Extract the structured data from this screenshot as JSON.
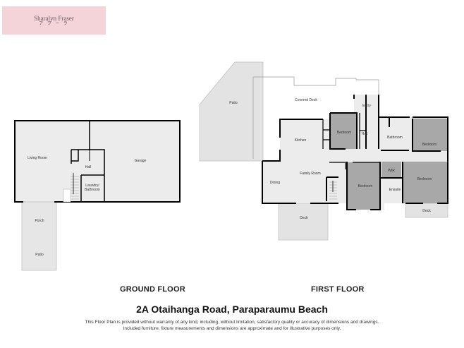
{
  "logo": {
    "brand": "Sharalyn Fraser",
    "sub": "ア ヲ ー ラ"
  },
  "colors": {
    "logo_bg": "#f4d3d9",
    "room_fill": "#ececec",
    "bedroom_fill": "#a8a8a8",
    "wall": "#000000",
    "outdoor_fill": "#e6e6e6"
  },
  "ground_floor": {
    "label": "GROUND FLOOR",
    "rooms": {
      "living_room": "Living Room",
      "hall": "Hall",
      "garage": "Garage",
      "laundry": "Laundry/",
      "laundry2": "Bathroom",
      "porch": "Porch",
      "patio": "Patio"
    }
  },
  "first_floor": {
    "label": "FIRST FLOOR",
    "rooms": {
      "patio": "Patio",
      "covered_deck": "Covered Deck",
      "entry": "Entry",
      "kitchen": "Kitchen",
      "bedroom1": "Bedroom",
      "hall": "Hall",
      "bathroom": "Bathroom",
      "bedroom2": "Bedroom",
      "family_room": "Family Room",
      "dining": "Dining",
      "bedroom3": "Bedroom",
      "wir": "WIR",
      "ensuite": "Ensuite",
      "bedroom4": "Bedroom",
      "deck_left": "Deck",
      "deck_right": "Deck"
    }
  },
  "address": "2A Otaihanga Road, Paraparaumu Beach",
  "disclaimer": {
    "line1": "This Floor Plan is provided without warranty of any kind, including, without limitation, satisfactory quality or accuracy of dimensions and drawings.",
    "line2": "Included furniture, fixture measurements and dimensions are approximate and for illustrative purposes only."
  }
}
